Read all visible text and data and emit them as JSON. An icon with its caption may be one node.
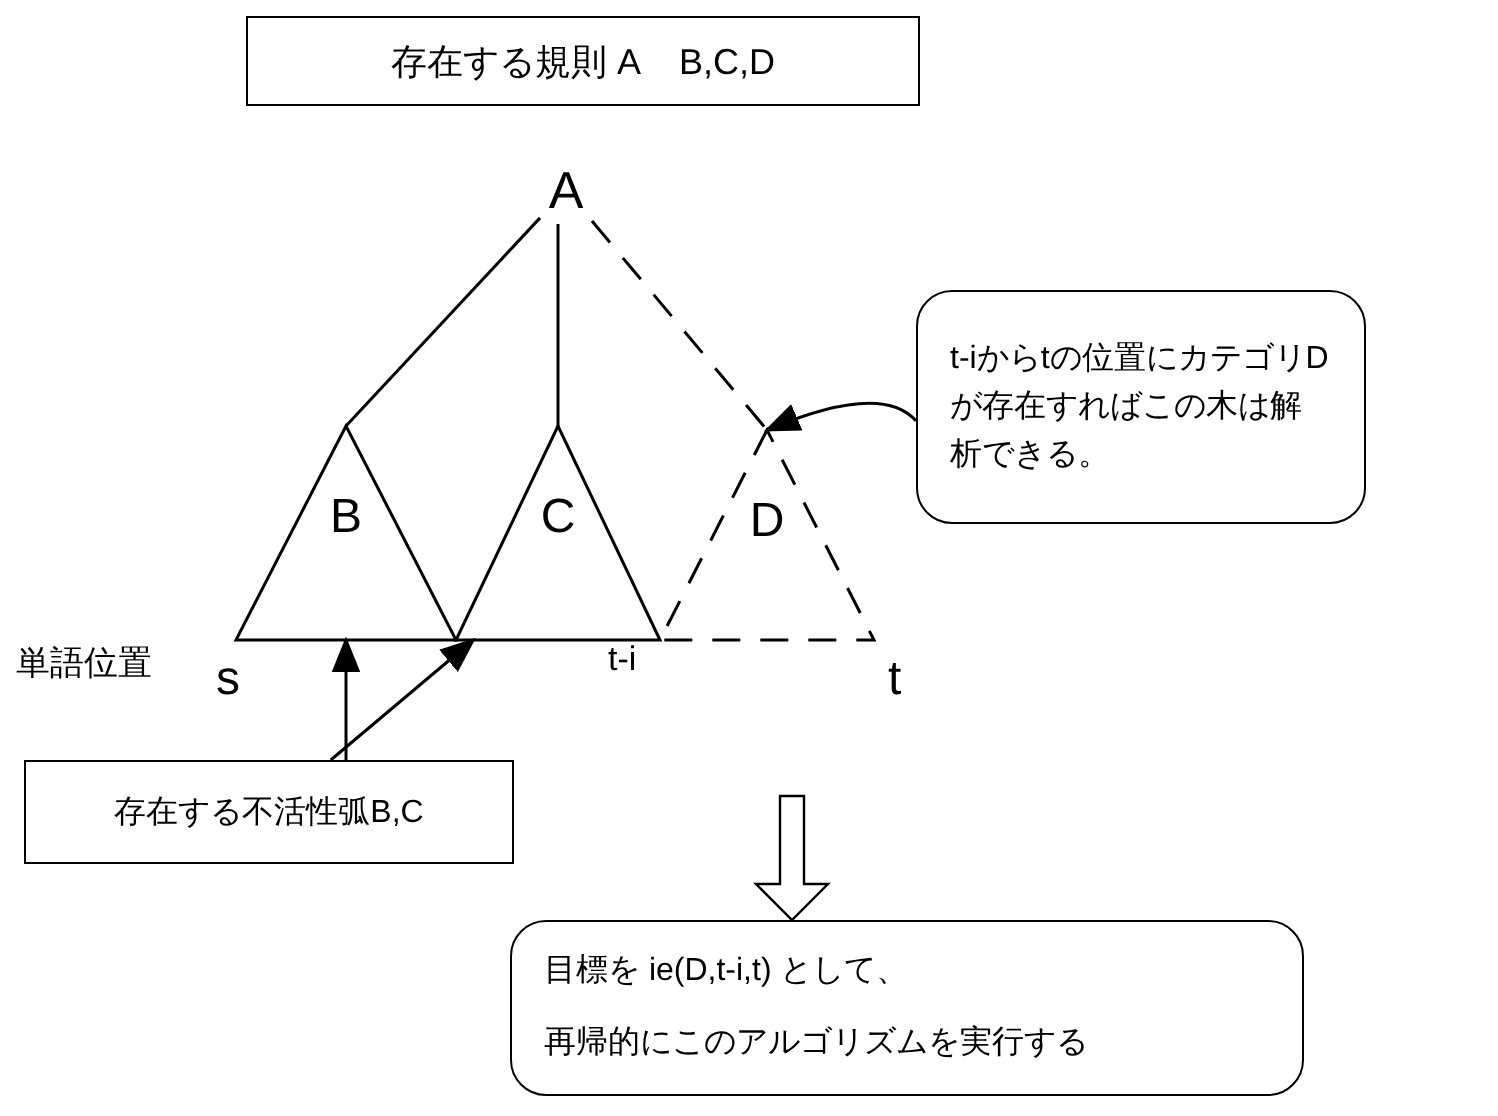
{
  "diagram": {
    "nodes": [
      {
        "text": [
          "存在する規則 A    B,C,D"
        ]
      },
      {
        "text": [
          "A"
        ]
      },
      {
        "text": [
          "B"
        ]
      },
      {
        "text": [
          "C"
        ]
      },
      {
        "text": [
          "D"
        ]
      },
      {
        "text": [
          "t-iからtの位置にカテゴリDが存在すればこの木は解析できる。"
        ]
      },
      {
        "text": [
          "存在する不活性弧B,C"
        ]
      },
      {
        "text": [
          "目標を ie(D,t-i,t) として、",
          "再帰的にこのアルゴリズムを実行する"
        ]
      }
    ],
    "edges": [
      {
        "from": 1,
        "to": 2,
        "arrow": "none"
      },
      {
        "from": 1,
        "to": 3,
        "arrow": "none"
      },
      {
        "from": 1,
        "to": 4,
        "arrow": "none",
        "style": "dashed"
      },
      {
        "from": 5,
        "to": 4,
        "arrow": "to"
      },
      {
        "from": 6,
        "to": 2,
        "arrow": "to"
      },
      {
        "from": 6,
        "to": 3,
        "arrow": "to"
      },
      {
        "from": null,
        "to": 7,
        "arrow": "to",
        "style": "thick"
      }
    ],
    "labels": [
      "単語位置",
      "s",
      "t-i",
      "t"
    ]
  }
}
